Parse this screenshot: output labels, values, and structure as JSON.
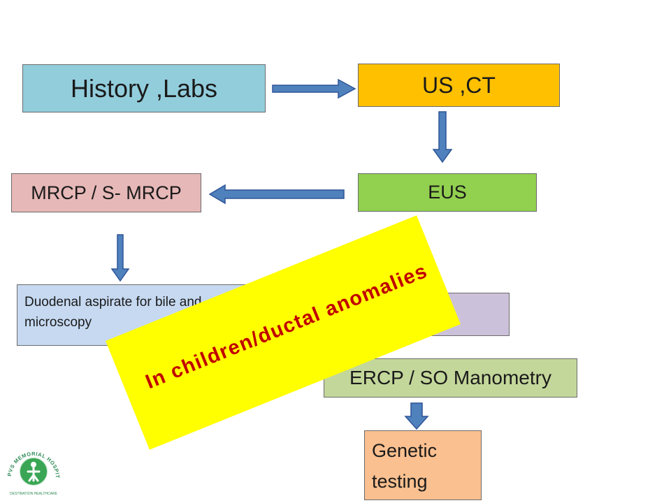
{
  "nodes": {
    "history_labs": "History ,Labs",
    "us_ct": "US ,CT",
    "eus": "EUS",
    "mrcp": "MRCP / S- MRCP",
    "duodenal": "Duodenal aspirate for bile and microscopy",
    "ercp": "ERCP / SO Manometry",
    "genetic": "Genetic testing"
  },
  "overlay": {
    "banner_text": "In children/ductal anomalies"
  },
  "colors": {
    "history_labs": "#92cddc",
    "us_ct": "#ffc000",
    "eus": "#92d050",
    "mrcp": "#e6b8b7",
    "duodenal": "#c6d9f1",
    "purple_box": "#ccc1da",
    "ercp": "#c4d79b",
    "genetic": "#fac090",
    "arrow": "#4f81bd",
    "banner": "#ffff00",
    "banner_text": "#c00000"
  },
  "logo": {
    "text": "PVS MEMORIAL HOSPITAL LTD",
    "tagline": "DESTINATION HEALTHCARE",
    "icon": "hospital-logo-icon"
  }
}
